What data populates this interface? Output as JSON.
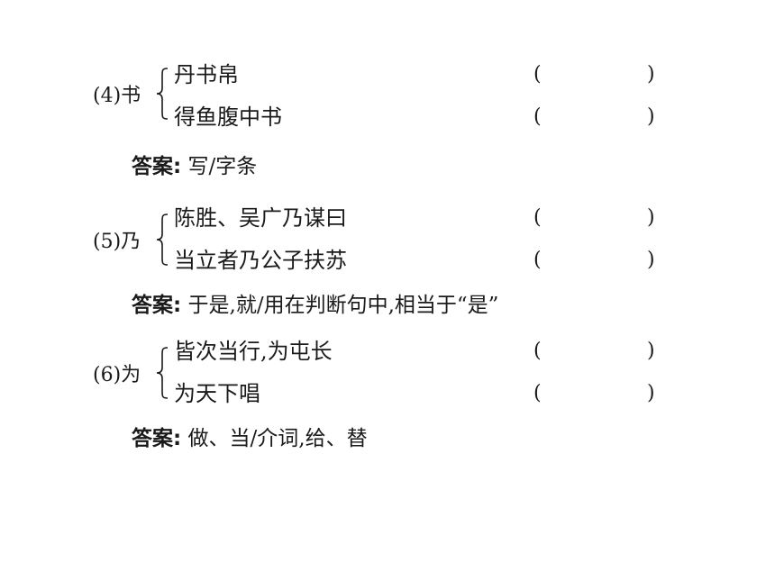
{
  "items": [
    {
      "number": "(4)书",
      "sentences": [
        "丹书帛",
        "得鱼腹中书"
      ],
      "paren_open": "(",
      "paren_close": ")",
      "answer_label": "答案:",
      "answer_text": "写/字条"
    },
    {
      "number": "(5)乃",
      "sentences": [
        "陈胜、吴广乃谋曰",
        "当立者乃公子扶苏"
      ],
      "paren_open": "(",
      "paren_close": ")",
      "answer_label": "答案:",
      "answer_text": "于是,就/用在判断句中,相当于“是”"
    },
    {
      "number": "(6)为",
      "sentences": [
        "皆次当行,为屯长",
        "为天下唱"
      ],
      "paren_open": "(",
      "paren_close": ")",
      "answer_label": "答案:",
      "answer_text": "做、当/介词,给、替"
    }
  ]
}
